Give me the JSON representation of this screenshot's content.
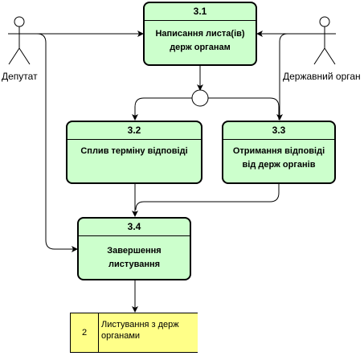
{
  "actors": {
    "left": {
      "label": "Депутат"
    },
    "right": {
      "label": "Державний орган"
    }
  },
  "processes": [
    {
      "id": "3.1",
      "text": "Написання листа(ів)\nдерж органам"
    },
    {
      "id": "3.2",
      "text": "Сплив терміну відповіді"
    },
    {
      "id": "3.3",
      "text": "Отримання відповіді\nвід держ органів"
    },
    {
      "id": "3.4",
      "text": "Завершення\nлистування"
    }
  ],
  "datastore": {
    "id": "2",
    "text": "Листування з держ органами"
  },
  "colors": {
    "process_fill": "#ccffcc",
    "store_fill": "#ffff88",
    "stroke": "#000000"
  }
}
